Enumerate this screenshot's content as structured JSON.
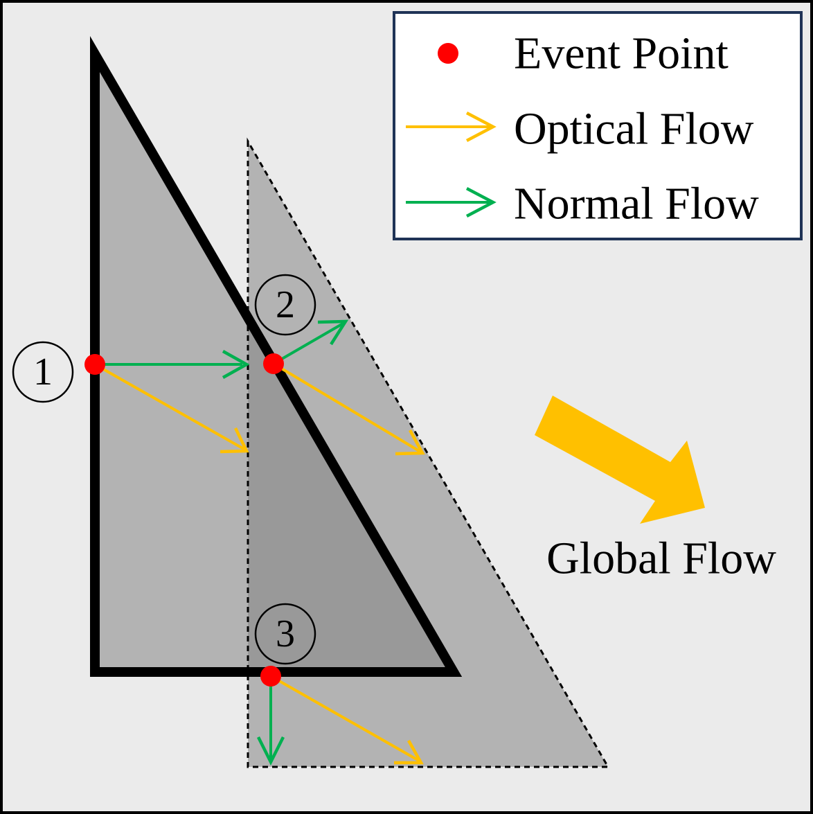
{
  "legend": {
    "event_point_label": "Event Point",
    "optical_flow_label": "Optical Flow",
    "normal_flow_label": "Normal Flow"
  },
  "global_flow_label": "Global Flow",
  "event_markers": {
    "one": "1",
    "two": "2",
    "three": "3"
  },
  "colors": {
    "background": "#ebebeb",
    "frame": "#000000",
    "legend_border": "#1f3356",
    "legend_fill": "#ffffff",
    "triangle_original": "#b3b3b3",
    "triangle_overlap": "#999999",
    "triangle_shifted": "#b3b3b3",
    "event_point": "#ff0000",
    "optical_flow": "#ffc000",
    "normal_flow": "#00b050",
    "global_flow_arrow": "#ffc000"
  },
  "icons": {
    "event_point": "red-dot-icon",
    "optical_flow": "yellow-arrow-icon",
    "normal_flow": "green-arrow-icon",
    "global_flow": "large-yellow-arrow-icon"
  }
}
